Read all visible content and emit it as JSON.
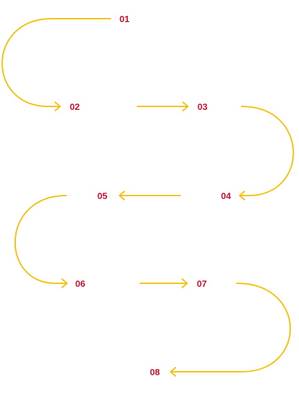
{
  "colors": {
    "label": "#c8102e",
    "connector": "#f2c20f"
  },
  "steps": [
    {
      "label": "01"
    },
    {
      "label": "02"
    },
    {
      "label": "03"
    },
    {
      "label": "04"
    },
    {
      "label": "05"
    },
    {
      "label": "06"
    },
    {
      "label": "07"
    },
    {
      "label": "08"
    }
  ]
}
